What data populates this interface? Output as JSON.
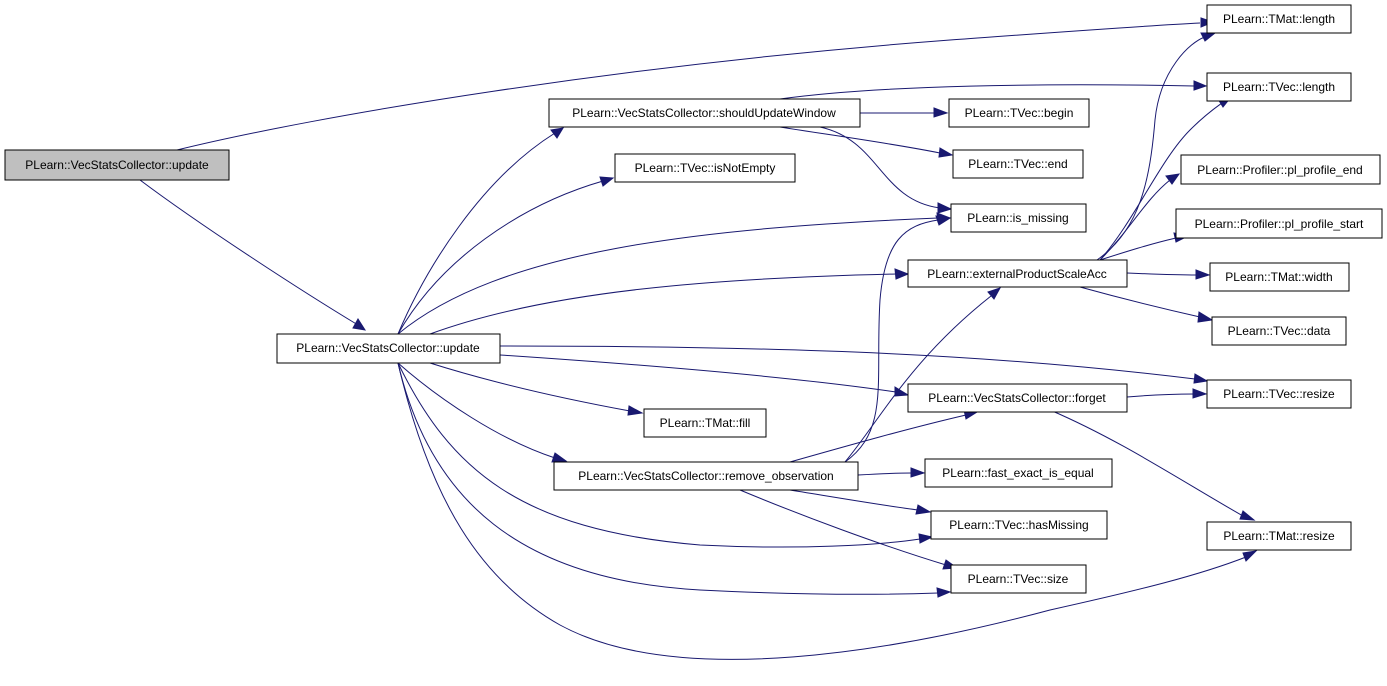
{
  "nodes": {
    "root_update": "PLearn::VecStatsCollector::update",
    "update": "PLearn::VecStatsCollector::update",
    "shouldUpdateWindow": "PLearn::VecStatsCollector::shouldUpdateWindow",
    "isNotEmpty": "PLearn::TVec::isNotEmpty",
    "fill": "PLearn::TMat::fill",
    "remove_observation": "PLearn::VecStatsCollector::remove_observation",
    "tmat_length": "PLearn::TMat::length",
    "tvec_length": "PLearn::TVec::length",
    "tvec_begin": "PLearn::TVec::begin",
    "tvec_end": "PLearn::TVec::end",
    "is_missing": "PLearn::is_missing",
    "externalProductScaleAcc": "PLearn::externalProductScaleAcc",
    "forget": "PLearn::VecStatsCollector::forget",
    "fast_exact_is_equal": "PLearn::fast_exact_is_equal",
    "hasMissing": "PLearn::TVec::hasMissing",
    "tvec_size": "PLearn::TVec::size",
    "pl_profile_end": "PLearn::Profiler::pl_profile_end",
    "pl_profile_start": "PLearn::Profiler::pl_profile_start",
    "tmat_width": "PLearn::TMat::width",
    "tvec_data": "PLearn::TVec::data",
    "tvec_resize": "PLearn::TVec::resize",
    "tmat_resize": "PLearn::TMat::resize"
  },
  "colors": {
    "edge": "#191970",
    "root_fill": "#bfbfbf",
    "node_fill": "#ffffff",
    "node_border": "#000000"
  }
}
